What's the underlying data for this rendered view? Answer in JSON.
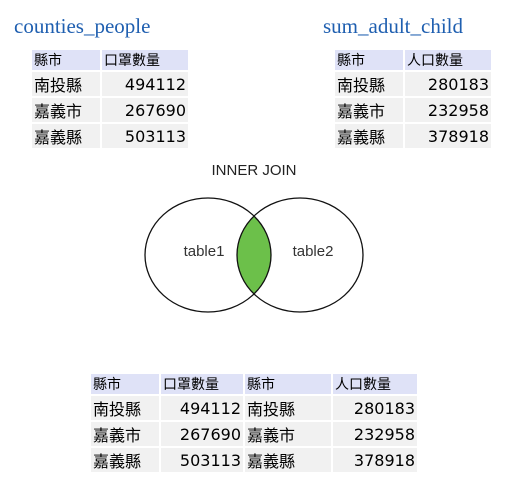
{
  "left_table": {
    "title": "counties_people",
    "headers": [
      "縣市",
      "口罩數量"
    ],
    "rows": [
      [
        "南投縣",
        "494112"
      ],
      [
        "嘉義市",
        "267690"
      ],
      [
        "嘉義縣",
        "503113"
      ]
    ]
  },
  "right_table": {
    "title": "sum_adult_child",
    "headers": [
      "縣市",
      "人口數量"
    ],
    "rows": [
      [
        "南投縣",
        "280183"
      ],
      [
        "嘉義市",
        "232958"
      ],
      [
        "嘉義縣",
        "378918"
      ]
    ]
  },
  "venn": {
    "title": "INNER JOIN",
    "left_label": "table1",
    "right_label": "table2",
    "intersection_color": "#6cc04a"
  },
  "result_table": {
    "headers": [
      "縣市",
      "口罩數量",
      "縣市",
      "人口數量"
    ],
    "rows": [
      [
        "南投縣",
        "494112",
        "南投縣",
        "280183"
      ],
      [
        "嘉義市",
        "267690",
        "嘉義市",
        "232958"
      ],
      [
        "嘉義縣",
        "503113",
        "嘉義縣",
        "378918"
      ]
    ]
  }
}
